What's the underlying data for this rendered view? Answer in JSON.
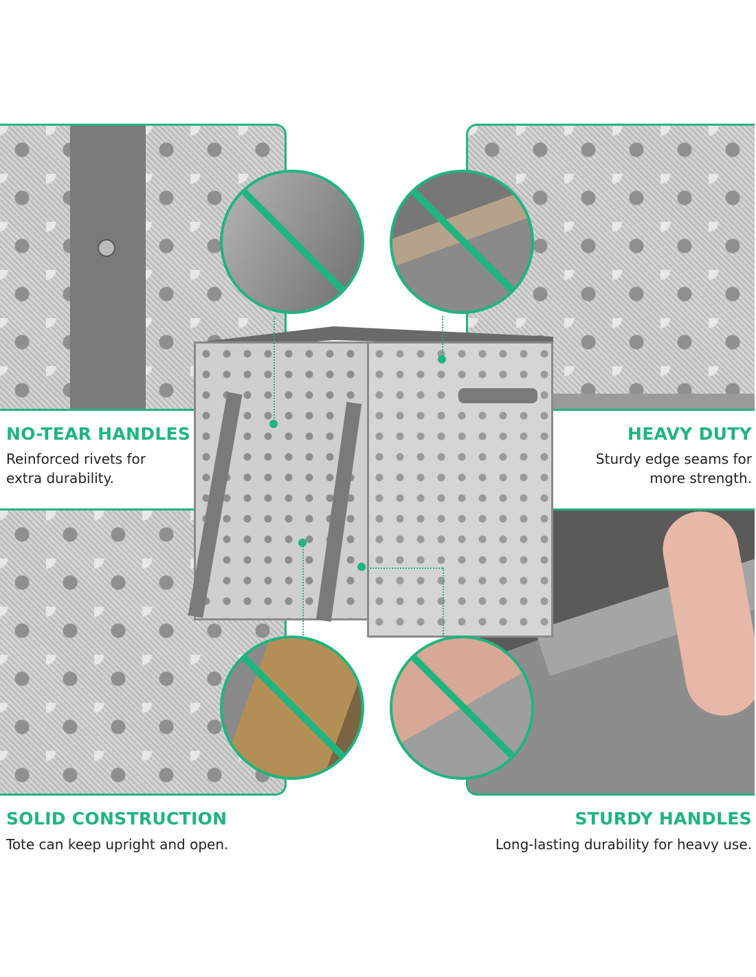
{
  "accent_color": "#1fb57f",
  "features": [
    {
      "title": "NO-TEAR HANDLES",
      "desc_line1": "Reinforced rivets for",
      "desc_line2": "extra durability."
    },
    {
      "title": "HEAVY DUTY",
      "desc_line1": "Sturdy edge seams for",
      "desc_line2": "more strength."
    },
    {
      "title": "SOLID CONSTRUCTION",
      "desc_line1": "Tote can keep upright and open."
    },
    {
      "title": "STURDY HANDLES",
      "desc_line1": "Long-lasting durability for heavy use."
    }
  ]
}
